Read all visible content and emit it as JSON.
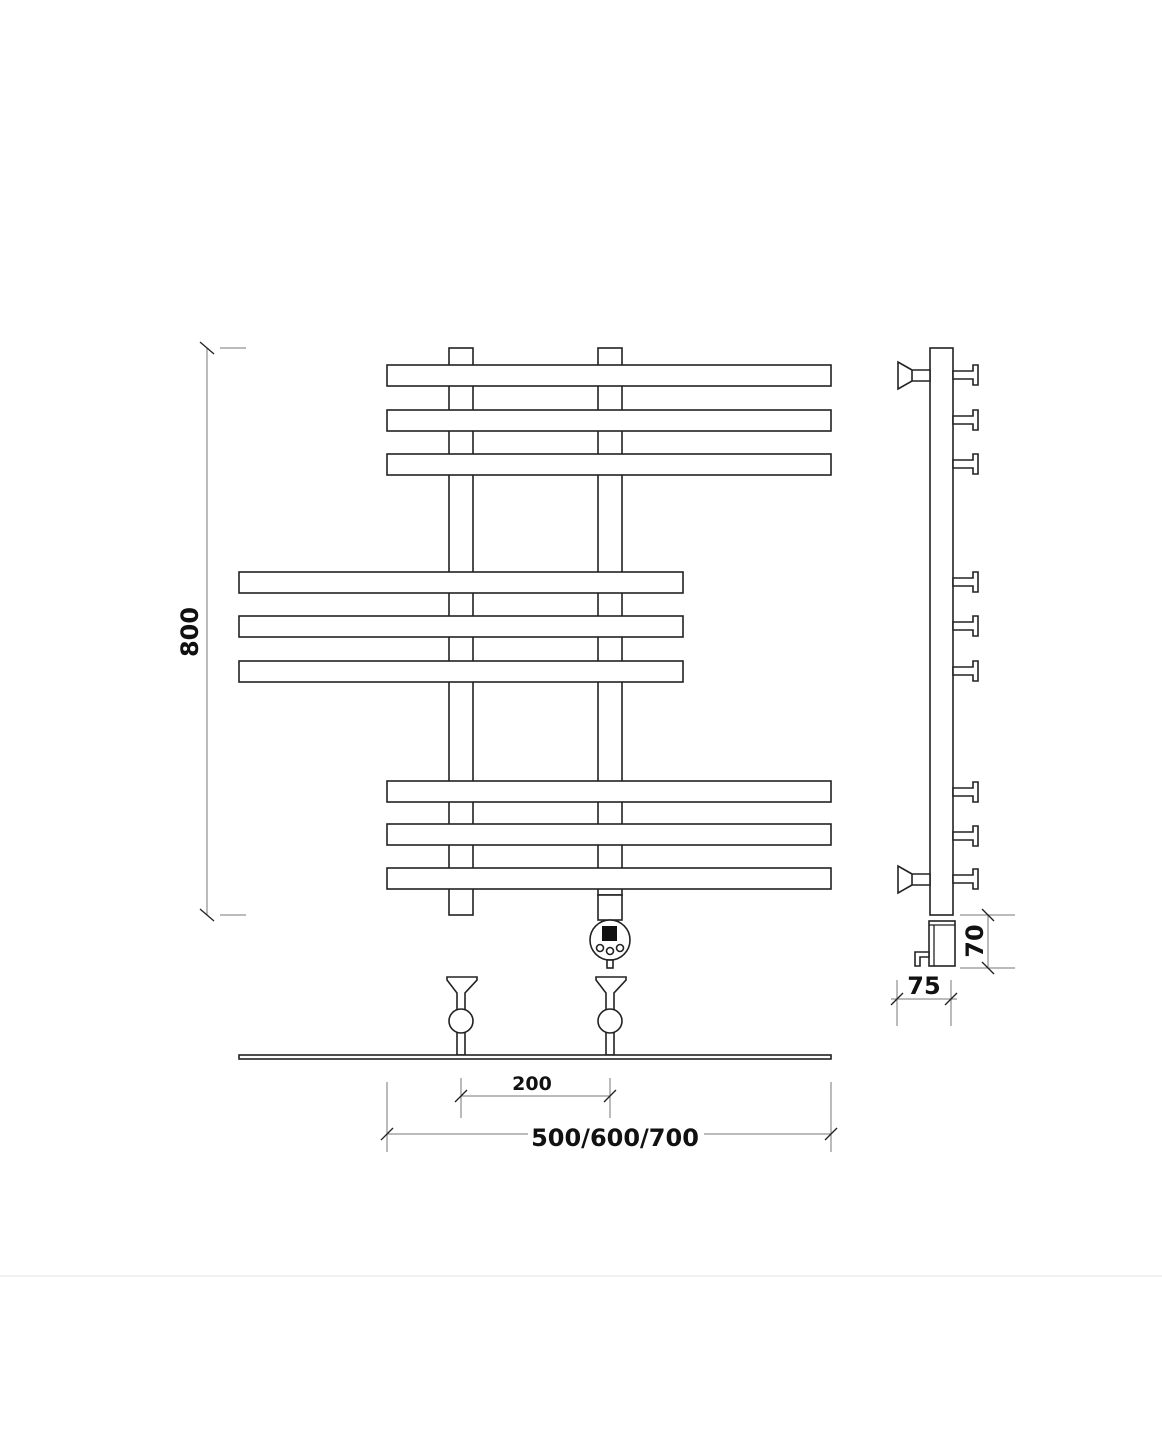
{
  "dimensions": {
    "height": "800",
    "axis_spacing": "200",
    "width": "500/600/700",
    "depth": "75",
    "element_height": "70"
  },
  "colors": {
    "line": "#222222",
    "dimension": "#777777"
  }
}
